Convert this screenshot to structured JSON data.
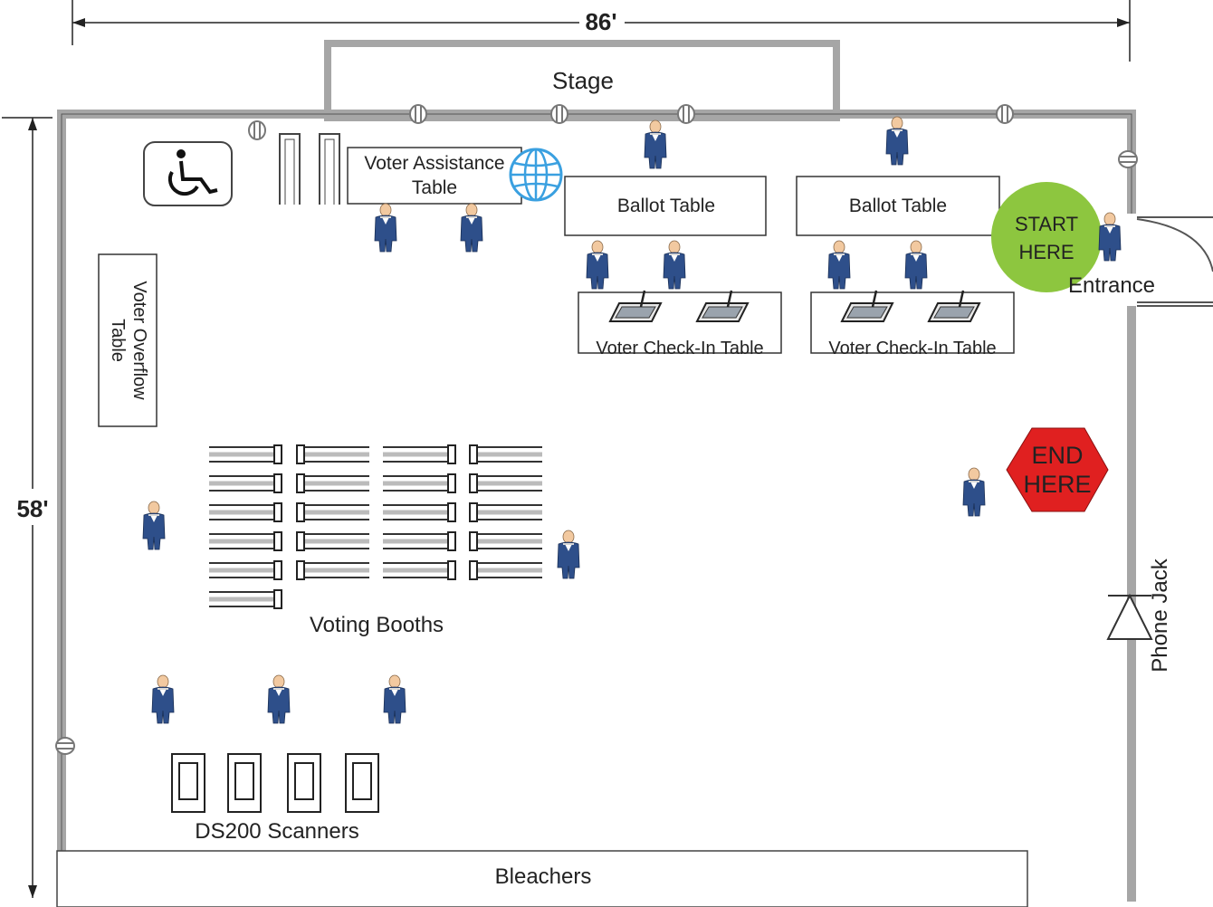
{
  "dimensions": {
    "width_label": "86'",
    "height_label": "58'"
  },
  "areas": {
    "stage": "Stage",
    "bleachers": "Bleachers",
    "voter_assistance_line1": "Voter Assistance",
    "voter_assistance_line2": "Table",
    "voter_overflow_line1": "Voter Overflow",
    "voter_overflow_line2": "Table",
    "ballot_table_1": "Ballot Table",
    "ballot_table_2": "Ballot Table",
    "checkin_table_1": "Voter Check-In Table",
    "checkin_table_2": "Voter Check-In Table",
    "voting_booths": "Voting Booths",
    "ds200_scanners": "DS200 Scanners",
    "entrance": "Entrance",
    "phone_jack": "Phone Jack"
  },
  "signs": {
    "start_line1": "START",
    "start_line2": "HERE",
    "end_line1": "END",
    "end_line2": "HERE"
  },
  "colors": {
    "wall": "#a6a6a6",
    "start_sign": "#8dc63f",
    "end_sign": "#e02020",
    "person_body": "#2e4f8a",
    "person_head": "#f2c9a0",
    "globe": "#3aa0e0"
  },
  "icons": [
    "wheelchair-icon",
    "globe-icon",
    "person-icon",
    "tablet-icon",
    "outlet-icon",
    "phone-jack-icon"
  ]
}
